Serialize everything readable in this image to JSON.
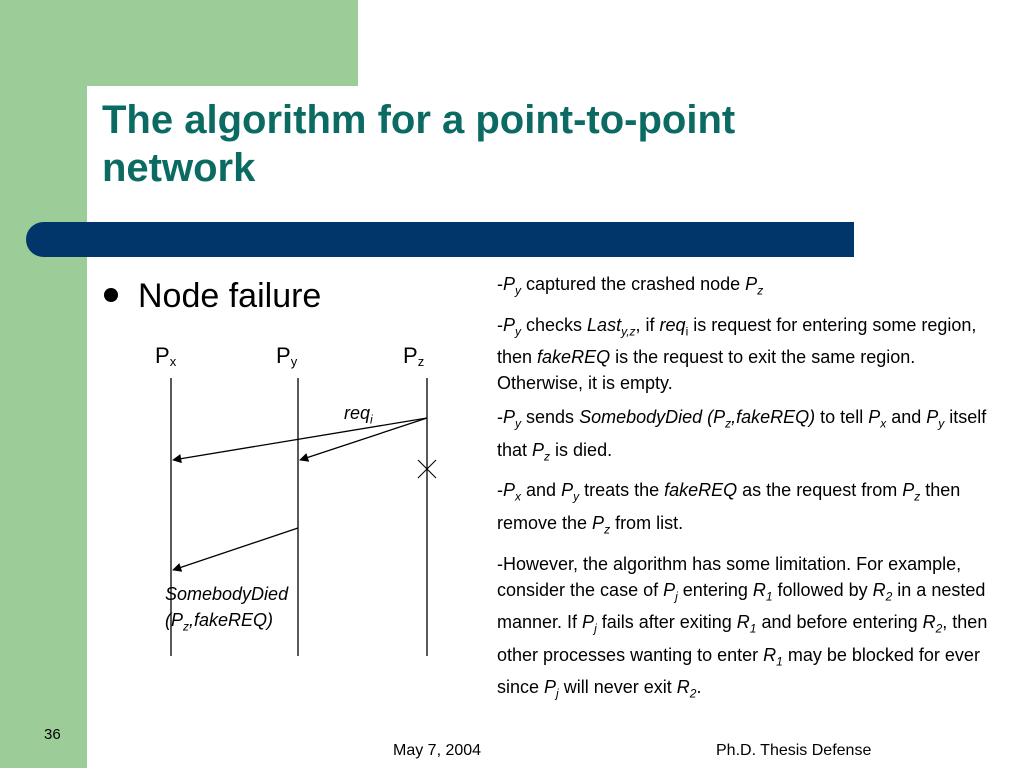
{
  "slide": {
    "title": "The algorithm for a point-to-point network",
    "bullet": "Node failure",
    "number": "36",
    "footer_date": "May 7, 2004",
    "footer_title": "Ph.D. Thesis Defense"
  },
  "diagram": {
    "processes": [
      {
        "base": "P",
        "sub": "x"
      },
      {
        "base": "P",
        "sub": "y"
      },
      {
        "base": "P",
        "sub": "z"
      }
    ],
    "req_label": {
      "base": "req",
      "sub": "i"
    },
    "died_label": {
      "line1": "SomebodyDied",
      "line2_prefix": "(P",
      "line2_sub": "z",
      "line2_suffix": ",fakeREQ)"
    }
  },
  "notes": [
    {
      "html": "-<i>P<sub>y</sub></i> captured the crashed node <i>P<sub>z</sub></i>"
    },
    {
      "html": "-<i>P<sub>y</sub></i> checks <i>Last<sub>y,z</sub></i>, if <i>req</i><sub>i</sub> is request for entering some region, then <i>fakeREQ</i> is the request to exit the same region. Otherwise, it is empty."
    },
    {
      "html": "-<i>P<sub>y</sub></i> sends <i>SomebodyDied (P<sub>z</sub>,fakeREQ)</i> to tell <i>P<sub>x</sub></i> and <i>P<sub>y</sub></i> itself that <i>P<sub>z</sub></i> is died."
    },
    {
      "html": "-<i>P<sub>x</sub></i> and <i>P<sub>y</sub></i> treats the <i>fakeREQ</i> as the request from <i>P<sub>z</sub></i> then remove the <i>P<sub>z</sub></i> from list."
    },
    {
      "html": "-However, the algorithm has some limitation. For example, consider the case of <i>P<sub>j</sub></i> entering <i>R<sub>1</sub></i> followed by <i>R<sub>2</sub></i> in a nested manner. If <i>P<sub>j</sub></i> fails after exiting <i>R<sub>1</sub></i> and before entering <i>R<sub>2</sub></i>, then other processes wanting to enter <i>R<sub>1</sub></i> may be blocked for ever since <i>P<sub>j</sub></i> will never exit <i>R<sub>2</sub></i>."
    }
  ],
  "colors": {
    "title": "#0b6b63",
    "bar": "#00366a",
    "accent_green": "#9ccc98"
  }
}
